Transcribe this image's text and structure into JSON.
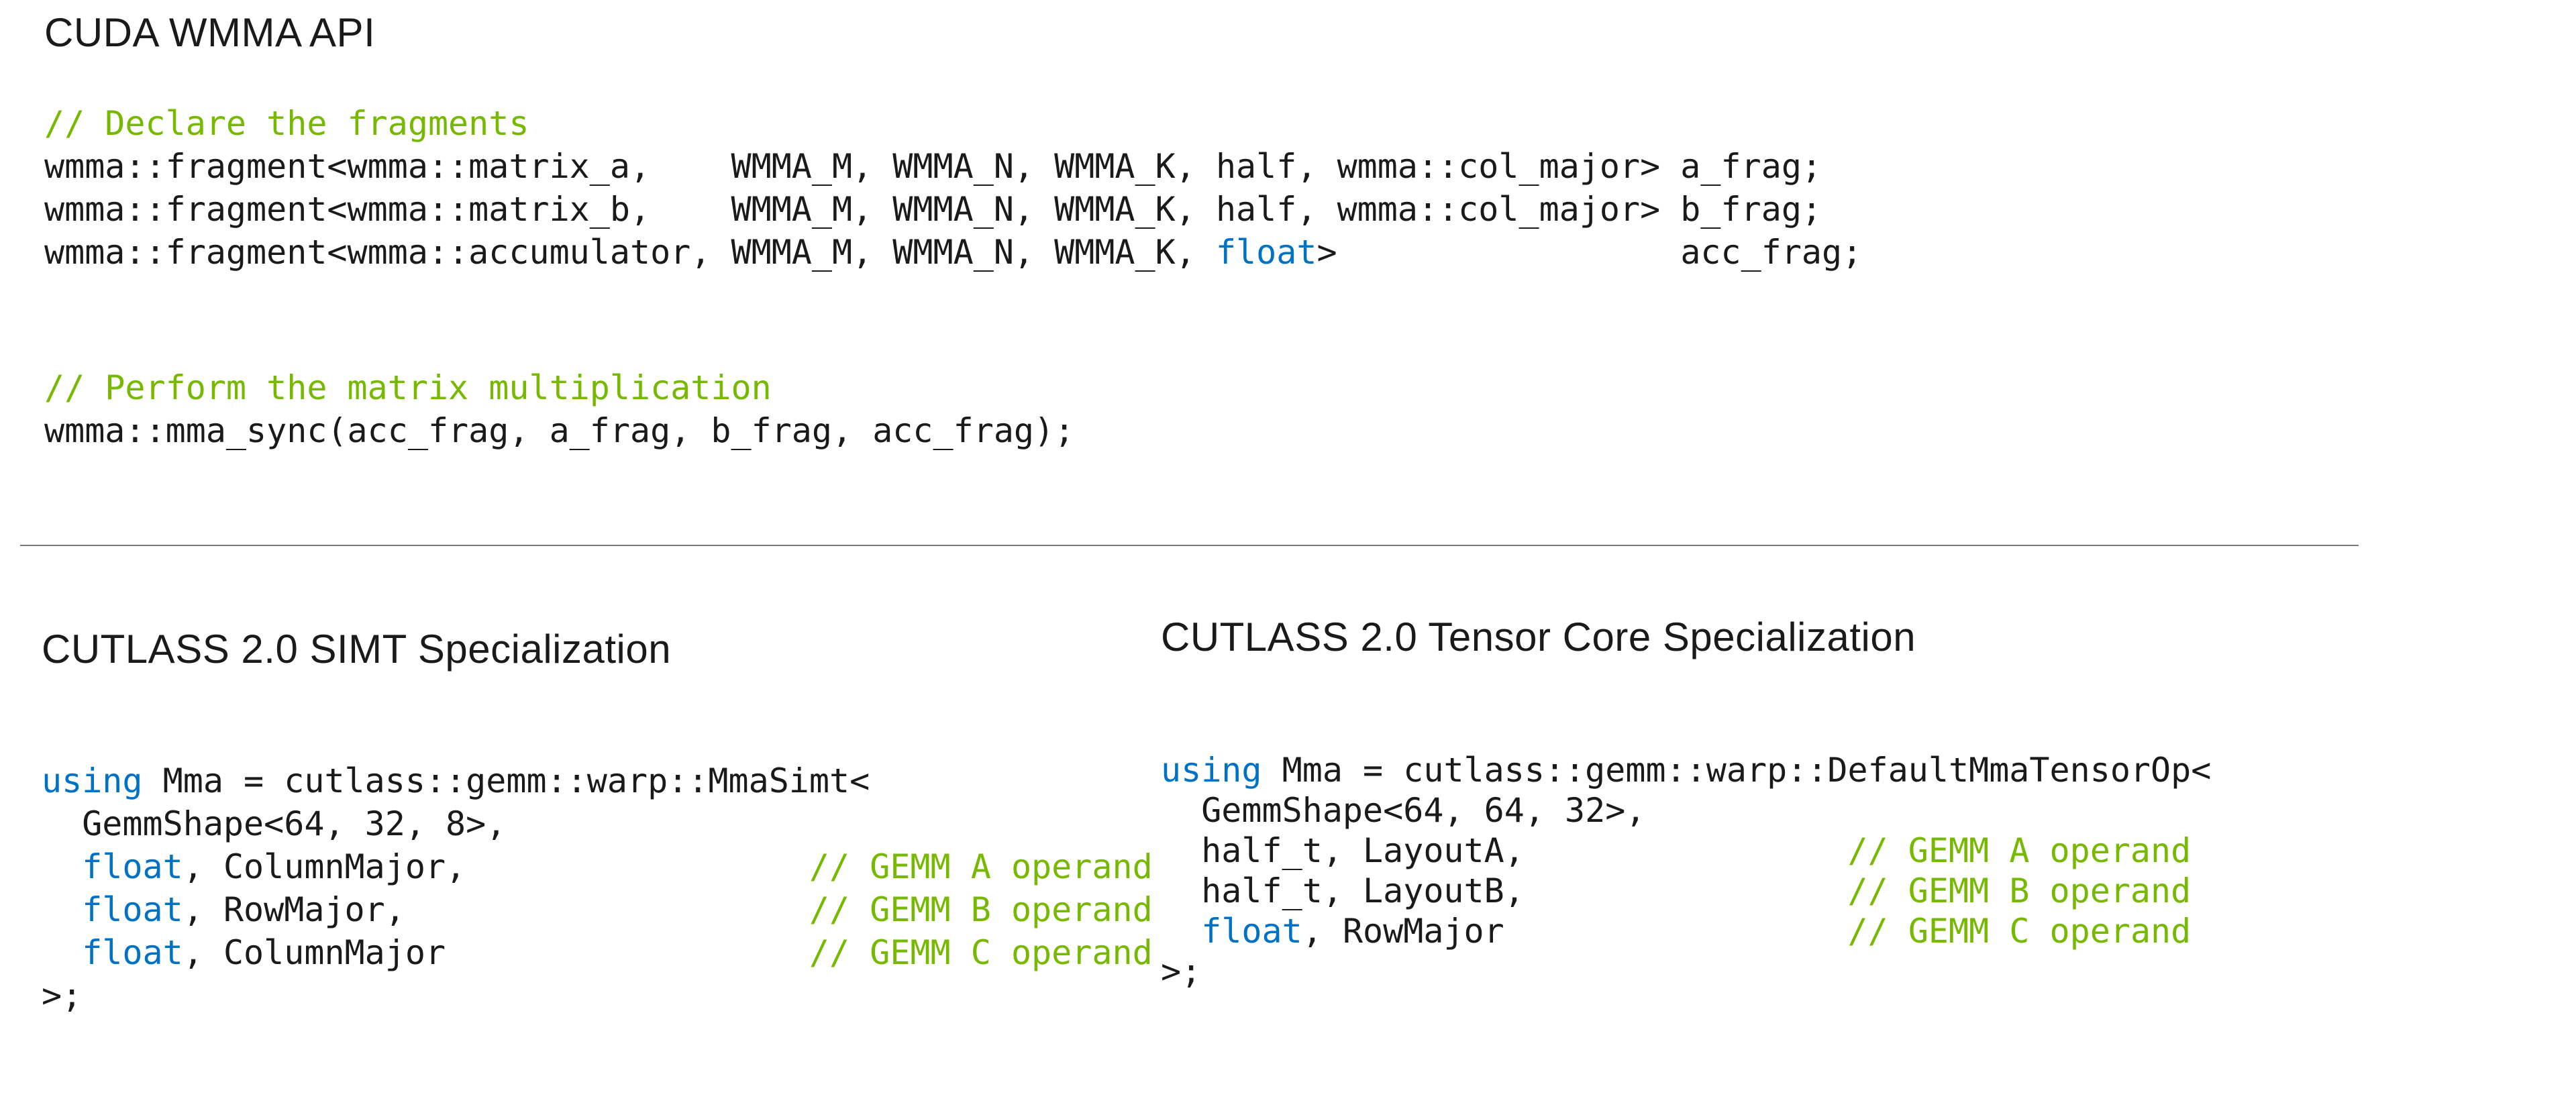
{
  "colors": {
    "heading": "#1a1a1a",
    "code": "#1a1a1a",
    "comment": "#76b900",
    "keyword": "#0072c6",
    "divider": "#7a7a7a",
    "background": "#ffffff"
  },
  "wmma_section": {
    "title": "CUDA WMMA API",
    "declare_code": [
      [
        {
          "t": "// Declare the fragments",
          "c": "comment"
        }
      ],
      [
        {
          "t": "wmma::fragment<wmma::matrix_a,    WMMA_M, WMMA_N, WMMA_K, half, wmma::col_major> a_frag;",
          "c": "plain"
        }
      ],
      [
        {
          "t": "wmma::fragment<wmma::matrix_b,    WMMA_M, WMMA_N, WMMA_K, half, wmma::col_major> b_frag;",
          "c": "plain"
        }
      ],
      [
        {
          "t": "wmma::fragment<wmma::accumulator, WMMA_M, WMMA_N, WMMA_K, ",
          "c": "plain"
        },
        {
          "t": "float",
          "c": "keyword"
        },
        {
          "t": ">                 acc_frag;",
          "c": "plain"
        }
      ]
    ],
    "perform_code": [
      [
        {
          "t": "// Perform the matrix multiplication",
          "c": "comment"
        }
      ],
      [
        {
          "t": "wmma::mma_sync(acc_frag, a_frag, b_frag, acc_frag);",
          "c": "plain"
        }
      ]
    ]
  },
  "simt_section": {
    "title": "CUTLASS 2.0 SIMT Specialization",
    "code": [
      [
        {
          "t": "using",
          "c": "keyword"
        },
        {
          "t": " Mma = cutlass::gemm::warp::MmaSimt<",
          "c": "plain"
        }
      ],
      [
        {
          "t": "  GemmShape<64, 32, 8>,",
          "c": "plain"
        }
      ],
      [
        {
          "t": "  ",
          "c": "plain"
        },
        {
          "t": "float",
          "c": "keyword"
        },
        {
          "t": ", ColumnMajor,                 ",
          "c": "plain"
        },
        {
          "t": "// GEMM A operand",
          "c": "comment"
        }
      ],
      [
        {
          "t": "  ",
          "c": "plain"
        },
        {
          "t": "float",
          "c": "keyword"
        },
        {
          "t": ", RowMajor,                    ",
          "c": "plain"
        },
        {
          "t": "// GEMM B operand",
          "c": "comment"
        }
      ],
      [
        {
          "t": "  ",
          "c": "plain"
        },
        {
          "t": "float",
          "c": "keyword"
        },
        {
          "t": ", ColumnMajor                  ",
          "c": "plain"
        },
        {
          "t": "// GEMM C operand",
          "c": "comment"
        }
      ],
      [
        {
          "t": ">;",
          "c": "plain"
        }
      ]
    ]
  },
  "tensor_section": {
    "title": "CUTLASS 2.0 Tensor Core Specialization",
    "code": [
      [
        {
          "t": "using",
          "c": "keyword"
        },
        {
          "t": " Mma = cutlass::gemm::warp::DefaultMmaTensorOp<",
          "c": "plain"
        }
      ],
      [
        {
          "t": "  GemmShape<64, 64, 32>,",
          "c": "plain"
        }
      ],
      [
        {
          "t": "  half_t, LayoutA,                ",
          "c": "plain"
        },
        {
          "t": "// GEMM A operand",
          "c": "comment"
        }
      ],
      [
        {
          "t": "  half_t, LayoutB,                ",
          "c": "plain"
        },
        {
          "t": "// GEMM B operand",
          "c": "comment"
        }
      ],
      [
        {
          "t": "  ",
          "c": "plain"
        },
        {
          "t": "float",
          "c": "keyword"
        },
        {
          "t": ", RowMajor                 ",
          "c": "plain"
        },
        {
          "t": "// GEMM C operand",
          "c": "comment"
        }
      ],
      [
        {
          "t": ">;",
          "c": "plain"
        }
      ]
    ]
  }
}
